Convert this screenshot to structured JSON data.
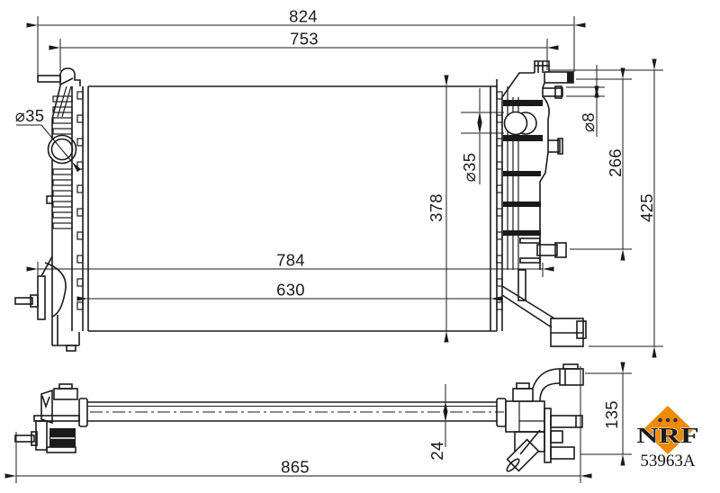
{
  "drawing": {
    "line_color": "#1a1a1a",
    "dimensions": {
      "top_width_outer": "824",
      "top_width_inner": "753",
      "mid_width_outer": "784",
      "core_width": "630",
      "overall_length": "865",
      "core_height": "378",
      "overall_height": "425",
      "upper_right_height": "266",
      "small_pipe_dia": "⌀8",
      "right_pipe_dia": "⌀35",
      "left_pipe_dia": "⌀35",
      "core_thickness": "24",
      "side_depth": "135"
    },
    "logo": {
      "brand": "NRF",
      "part_number": "53963A",
      "diamond_color": "#F08A00",
      "letter_color": "#232C5A"
    }
  }
}
